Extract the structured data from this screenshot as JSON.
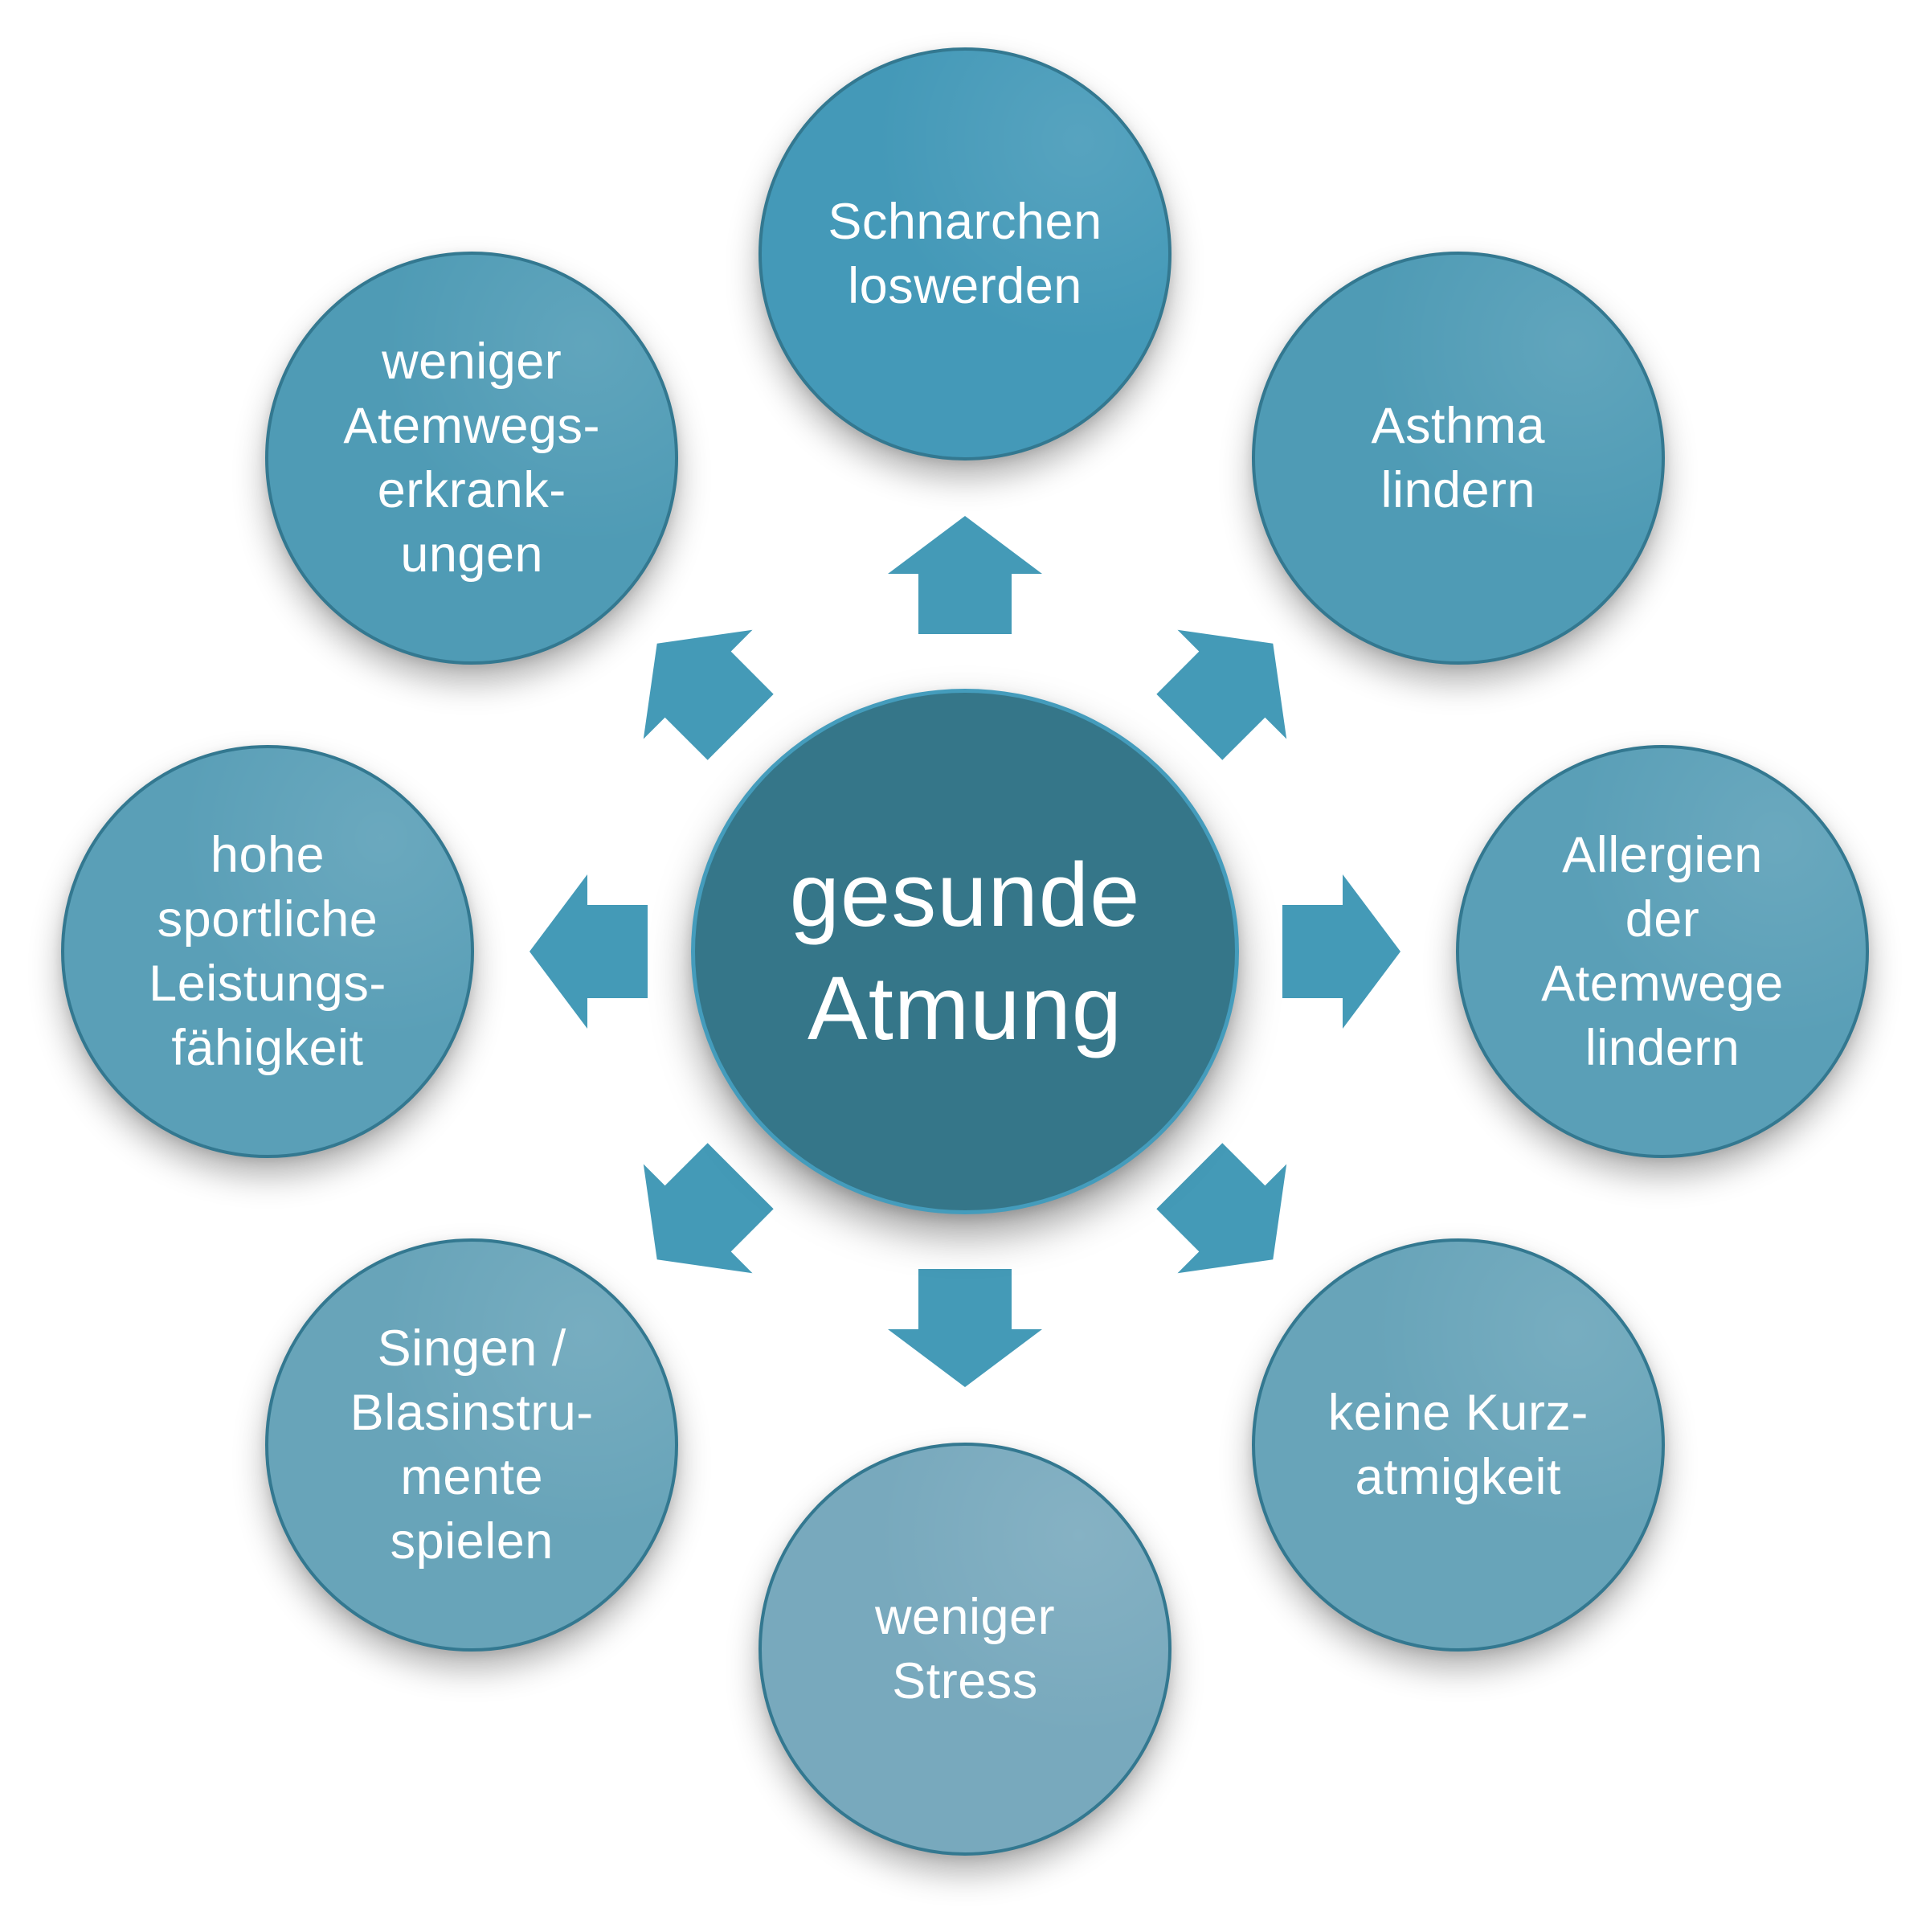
{
  "diagram": {
    "title": "gesunde Atmung",
    "center": {
      "label": "gesunde\nAtmung",
      "fill": "#357689",
      "border": "#449cbc"
    },
    "arrow_color": "#449ab7",
    "nodes": [
      {
        "id": "schnarchen",
        "direction": "top",
        "label": "Schnarchen\nloswerden",
        "fill": "#4499b8"
      },
      {
        "id": "asthma",
        "direction": "top-right",
        "label": "Asthma\nlindern",
        "fill": "#4f9bb5"
      },
      {
        "id": "allergien",
        "direction": "right",
        "label": "Allergien\nder\nAtemwege\nlindern",
        "fill": "#5a9fb7"
      },
      {
        "id": "kurzatmigkeit",
        "direction": "bottom-right",
        "label": "keine Kurz-\natmigkeit",
        "fill": "#68a4b9"
      },
      {
        "id": "stress",
        "direction": "bottom",
        "label": "weniger\nStress",
        "fill": "#78a9bd"
      },
      {
        "id": "singen",
        "direction": "bottom-left",
        "label": "Singen /\nBlasinstru-\nmente\nspielen",
        "fill": "#68a4b9"
      },
      {
        "id": "sport",
        "direction": "left",
        "label": "hohe\nsportliche\nLeistungs-\nfähigkeit",
        "fill": "#5a9fb7"
      },
      {
        "id": "atemwegserkrankungen",
        "direction": "top-left",
        "label": "weniger\nAtemwegs-\nerkrank-\nungen",
        "fill": "#4f9bb5"
      }
    ]
  }
}
